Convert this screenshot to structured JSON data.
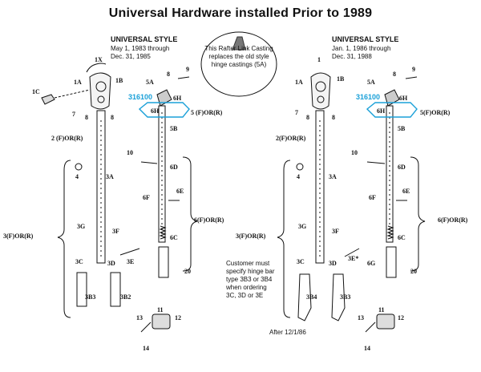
{
  "title": "Universal Hardware installed Prior to 1989",
  "left": {
    "style_heading": "UNIVERSAL STYLE",
    "date_line1": "May 1, 1983  through",
    "date_line2": "Dec. 31, 1985",
    "labels": {
      "p1X": "1X",
      "p1A": "1A",
      "p1B": "1B",
      "p1C": "1C",
      "p7": "7",
      "p8a": "8",
      "p8b": "8",
      "p9": "9",
      "p8c": "8",
      "p5A": "5A",
      "p6Ha": "6H",
      "p6Hb": "6H",
      "p5FR": "5 (F)OR(R)",
      "p5B": "5B",
      "p2FR": "2 (F)OR(R)",
      "p10": "10",
      "p6D": "6D",
      "p4": "4",
      "p3A": "3A",
      "p6F": "6F",
      "p6E": "6E",
      "p6FR": "6(F)OR(R)",
      "p3G": "3G",
      "p3F": "3F",
      "p3FR": "3(F)OR(R)",
      "p6C": "6C",
      "p3C": "3C",
      "p3D": "3D",
      "p3E": "3E",
      "p20": "20",
      "p3B3": "3B3",
      "p3B2": "3B2",
      "p13": "13",
      "p11": "11",
      "p12": "12",
      "p14": "14"
    },
    "part_number": "316100"
  },
  "right": {
    "style_heading": "UNIVERSAL STYLE",
    "date_line1": "Jan. 1, 1986  through",
    "date_line2": "Dec. 31, 1988",
    "labels": {
      "p1": "1",
      "p1A": "1A",
      "p1B": "1B",
      "p7": "7",
      "p8a": "8",
      "p8b": "8",
      "p9": "9",
      "p8c": "8",
      "p5A": "5A",
      "p6Ha": "6H",
      "p6Hb": "6H",
      "p5FR": "5(F)OR(R)",
      "p5B": "5B",
      "p2FR": "2(F)OR(R)",
      "p10": "10",
      "p6D": "6D",
      "p4": "4",
      "p3A": "3A",
      "p6F": "6F",
      "p6E": "6E",
      "p6FR": "6(F)OR(R)",
      "p3G": "3G",
      "p3F": "3F",
      "p3FR": "3(F)OR(R)",
      "p6C": "6C",
      "p3C": "3C",
      "p3D": "3D",
      "p3Estar": "3E*",
      "p6G": "6G",
      "p20": "20",
      "p3B4": "3B4",
      "p3B3": "3B3",
      "p13": "13",
      "p11": "11",
      "p12": "12",
      "p14": "14"
    },
    "part_number": "316100",
    "after_note": "After 12/1/86"
  },
  "callout_text": "This Rafter Link Casting replaces the old style hinge castings (5A)",
  "customer_note": [
    "Customer must",
    "specify hinge bar",
    "type 3B3 or 3B4",
    "when ordering",
    "3C, 3D or 3E"
  ],
  "colors": {
    "accent": "#1aa0d8",
    "ink": "#111111"
  }
}
